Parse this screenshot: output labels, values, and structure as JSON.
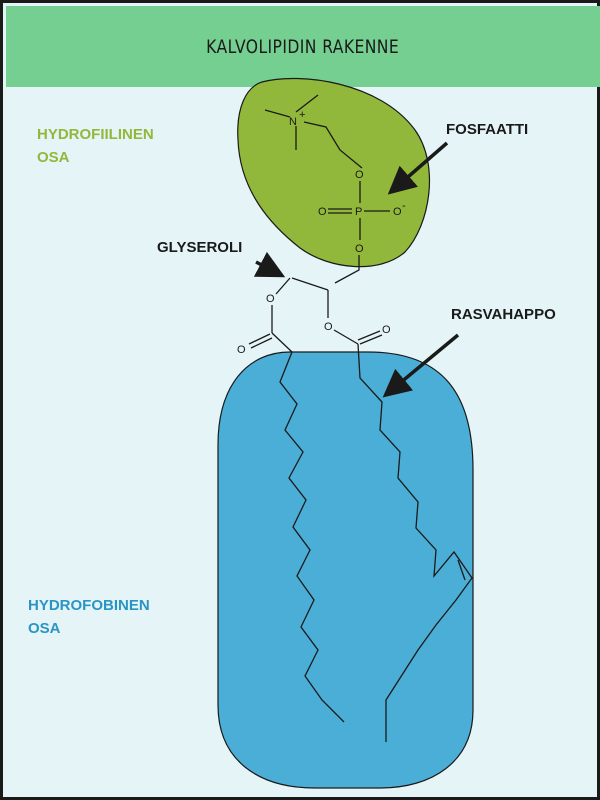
{
  "title": "KALVOLIPIDIN RAKENNE",
  "labels": {
    "hydrophilic_line1": "HYDROFIILINEN",
    "hydrophilic_line2": "OSA",
    "phosphate": "FOSFAATTI",
    "glycerol": "GLYSEROLI",
    "fatty_acid": "RASVAHAPPO",
    "hydrophobic_line1": "HYDROFOBINEN",
    "hydrophobic_line2": "OSA"
  },
  "chem": {
    "nitrogen": "N",
    "nitrogen_charge": "+",
    "phosphorus": "P",
    "oxygen": "O",
    "oxygen_charge": "-"
  },
  "colors": {
    "header": "#75cf90",
    "background": "#e5f4f7",
    "hydrophilic_head": "#92b83b",
    "hydrophilic_text": "#92b83b",
    "hydrophobic_tail": "#4aaed6",
    "hydrophobic_text": "#2a95c4",
    "ink": "#1a1a1a"
  }
}
